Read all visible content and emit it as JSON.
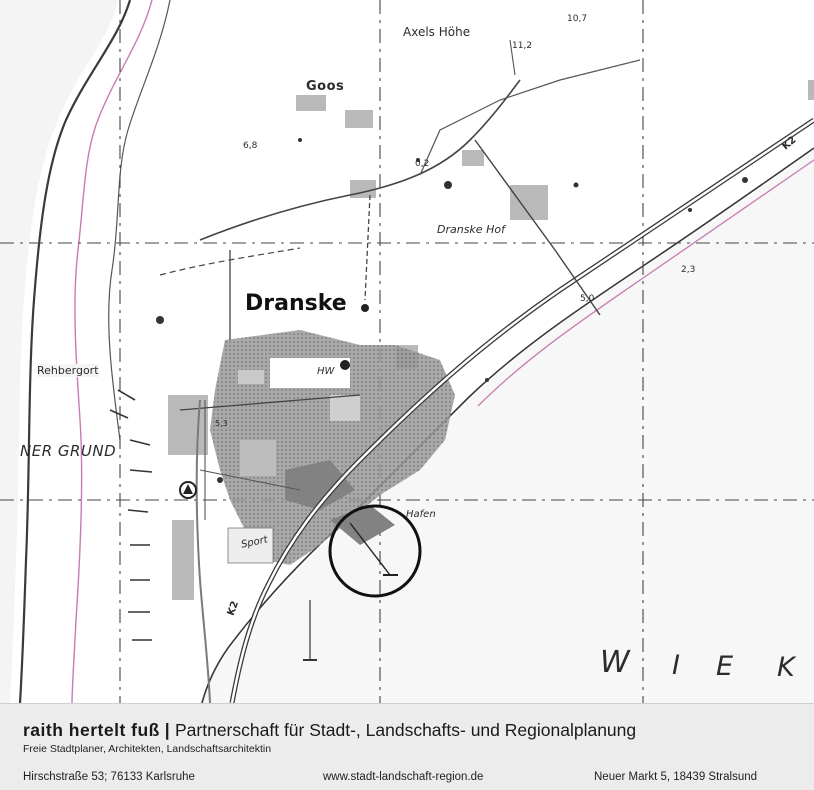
{
  "map": {
    "place_labels": {
      "goos": "Goos",
      "axels_hoehe": "Axels Höhe",
      "dranske": "Dranske",
      "dranske_hof": "Dranske Hof",
      "rehberg": "Rehbergort",
      "grund": "NER GRUND",
      "hw": "HW",
      "hafen": "Hafen",
      "sport": "Sport",
      "wiek": [
        "W",
        "I",
        "E",
        "K"
      ]
    },
    "spot_heights": {
      "h_10_7": "10,7",
      "h_11_2": "11,2",
      "h_6_8": "6,8",
      "h_0_2": "0,2",
      "h_2_3": "2,3",
      "h_5_0": "5,0",
      "h_5_3": "5,3"
    },
    "road_labels": {
      "k2_ne": "K2",
      "k2_sw": "K2"
    },
    "marker": "circle marking planning site at harbour"
  },
  "footer": {
    "firm_name": "raith  hertelt  fuß",
    "separator": "|",
    "firm_desc": "Partnerschaft für Stadt-, Landschafts- und Regionalplanung",
    "subtitle": "Freie Stadtplaner, Architekten, Landschaftsarchitektin",
    "address_left": "Hirschstraße 53; 76133 Karlsruhe",
    "website": "www.stadt-landschaft-region.de",
    "address_right": "Neuer Markt 5, 18439 Stralsund"
  }
}
